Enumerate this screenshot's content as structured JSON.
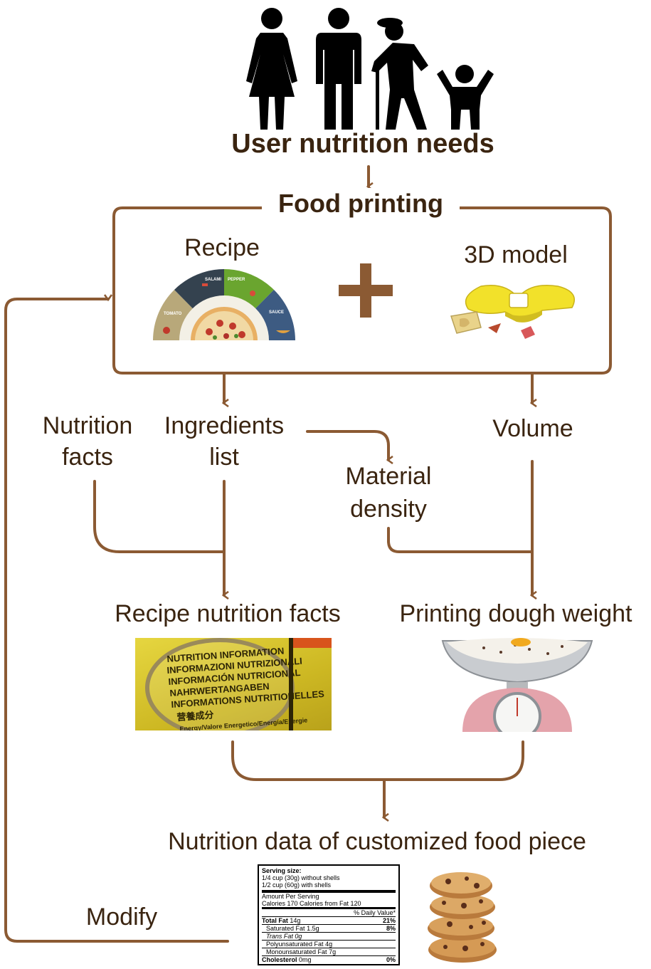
{
  "header": {
    "title": "User nutrition needs",
    "people_icons": [
      "woman-icon",
      "man-icon",
      "elderly-man-icon",
      "child-icon"
    ]
  },
  "food_printing": {
    "title": "Food printing",
    "recipe": {
      "label": "Recipe",
      "segments": [
        "TOMATO",
        "SALAMI",
        "PEPPER",
        "SAUCE"
      ]
    },
    "plus_icon": "plus-icon",
    "model": {
      "label": "3D model"
    }
  },
  "flow": {
    "nutrition_facts": "Nutrition\nfacts",
    "ingredients_list": "Ingredients\nlist",
    "volume": "Volume",
    "material_density": "Material\ndensity",
    "recipe_nutrition_facts": "Recipe nutrition facts",
    "printing_dough_weight": "Printing dough weight",
    "result": "Nutrition data of customized food piece",
    "modify": "Modify"
  },
  "nutrition_photo": {
    "lines": [
      "NUTRITION INFORMATION",
      "INFORMAZIONI NUTRIZIONALI",
      "INFORMACIÓN NUTRICIONAL",
      "NAHRWERTANGABEN",
      "INFORMATIONS NUTRITIONELLES",
      "营養成分",
      "Energy/Valore Energetico/Energía/Energie"
    ]
  },
  "nutrition_label": {
    "serving_title": "Serving size:",
    "serving_lines": [
      "1/4 cup (30g) without shells",
      "1/2 cup (60g) with shells"
    ],
    "amount_per_serving": "Amount Per Serving",
    "calories": "Calories 170 Calories from Fat 120",
    "daily_value_header": "% Daily Value*",
    "rows": [
      {
        "name": "Total Fat",
        "amount": "14g",
        "dv": "21%",
        "bold": true,
        "indent": false,
        "italic": false
      },
      {
        "name": "Saturated Fat",
        "amount": "1.5g",
        "dv": "8%",
        "bold": false,
        "indent": true,
        "italic": false
      },
      {
        "name": "Trans Fat",
        "amount": "0g",
        "dv": "",
        "bold": false,
        "indent": true,
        "italic": true
      },
      {
        "name": "Polyunsaturated Fat",
        "amount": "4g",
        "dv": "",
        "bold": false,
        "indent": true,
        "italic": false
      },
      {
        "name": "Monounsaturated Fat",
        "amount": "7g",
        "dv": "",
        "bold": false,
        "indent": true,
        "italic": false
      },
      {
        "name": "Cholesterol",
        "amount": "0mg",
        "dv": "0%",
        "bold": true,
        "indent": false,
        "italic": false
      }
    ]
  },
  "colors": {
    "connector": "#8b5a33",
    "text": "#3a2410",
    "plus": "#8b5a33",
    "recipe_green": "#6aa52f",
    "recipe_dark": "#34424f",
    "recipe_blue": "#3d5b82",
    "recipe_tan": "#b8a87a",
    "model_yellow": "#f2e12a"
  }
}
